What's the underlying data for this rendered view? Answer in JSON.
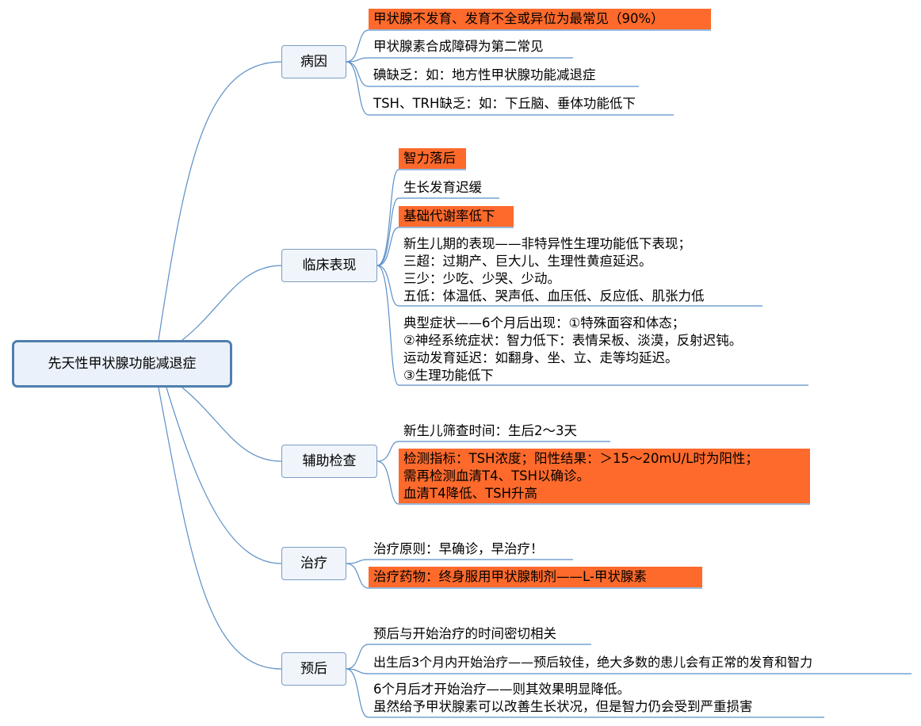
{
  "root": "先天性甲状腺功能减退症",
  "branches": {
    "cause": {
      "label": "病因",
      "leaves": [
        "甲状腺不发育、发育不全或异位为最常见（90%）",
        "甲状腺素合成障碍为第二常见",
        "碘缺乏：如：地方性甲状腺功能减退症",
        "TSH、TRH缺乏：如：下丘脑、垂体功能低下"
      ]
    },
    "clinical": {
      "label": "临床表现",
      "leaves": [
        "智力落后",
        "生长发育迟缓",
        "基础代谢率低下",
        [
          "新生儿期的表现——非特异性生理功能低下表现；",
          "三超：过期产、巨大儿、生理性黄疸延迟。",
          "三少：少吃、少哭、少动。",
          "五低：体温低、哭声低、血压低、反应低、肌张力低"
        ],
        [
          "典型症状——6个月后出现：①特殊面容和体态；",
          "②神经系统症状：智力低下：表情呆板、淡漠，反射迟钝。",
          "运动发育延迟：如翻身、坐、立、走等均延迟。",
          "③生理功能低下"
        ]
      ]
    },
    "exam": {
      "label": "辅助检查",
      "leaves": [
        "新生儿筛查时间：生后2～3天",
        [
          "检测指标：TSH浓度；阳性结果：＞15～20mU/L时为阳性；",
          "需再检测血清T4、TSH以确诊。",
          "血清T4降低、TSH升高"
        ]
      ]
    },
    "treatment": {
      "label": "治疗",
      "leaves": [
        "治疗原则：早确诊，早治疗！",
        "治疗药物：终身服用甲状腺制剂——L-甲状腺素"
      ]
    },
    "prognosis": {
      "label": "预后",
      "leaves": [
        "预后与开始治疗的时间密切相关",
        "出生后3个月内开始治疗——预后较佳，绝大多数的患儿会有正常的发育和智力",
        [
          "6个月后才开始治疗——则其效果明显降低。",
          "虽然给予甲状腺素可以改善生长状况，但是智力仍会受到严重损害"
        ]
      ]
    }
  },
  "colors": {
    "highlight": "#fd6a2c",
    "line": "#5b8fc7",
    "root_border": "#4f7fae",
    "root_fill": "#eaf1fa",
    "branch_fill": "#f0f5fb",
    "branch_border": "#7b9cc4"
  }
}
